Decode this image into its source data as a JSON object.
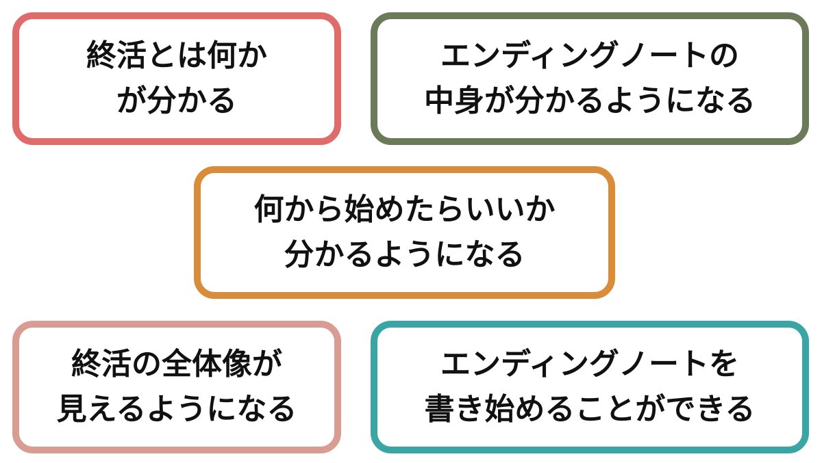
{
  "cards": [
    {
      "lines": [
        "終活とは何か",
        "が分かる"
      ],
      "border_color": "#e06b6b"
    },
    {
      "lines": [
        "エンディングノートの",
        "中身が分かるようになる"
      ],
      "border_color": "#6b7a58"
    },
    {
      "lines": [
        "何から始めたらいいか",
        "分かるようになる"
      ],
      "border_color": "#d98c3a"
    },
    {
      "lines": [
        "終活の全体像が",
        "見えるようになる"
      ],
      "border_color": "#d89c92"
    },
    {
      "lines": [
        "エンディングノートを",
        "書き始めることができる"
      ],
      "border_color": "#3aa5a5"
    }
  ]
}
